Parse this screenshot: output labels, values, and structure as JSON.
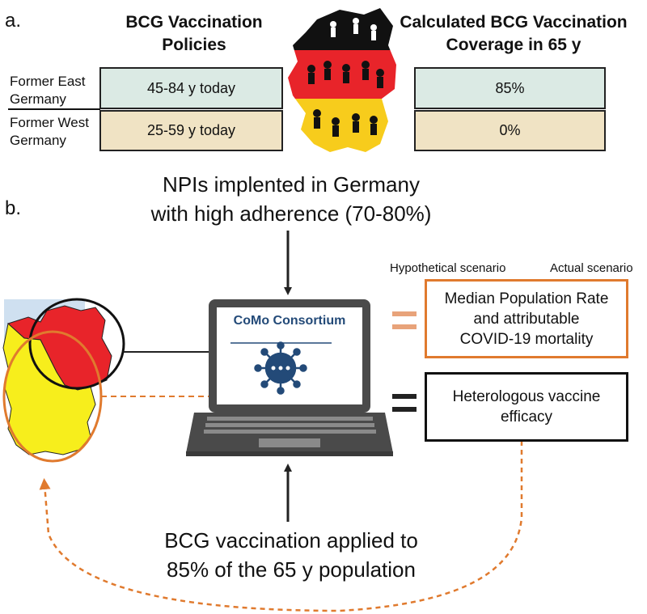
{
  "panel_a": {
    "label": "a.",
    "policies_title_line1": "BCG Vaccination",
    "policies_title_line2": "Policies",
    "coverage_title_line1": "Calculated BCG Vaccination",
    "coverage_title_line2": "Coverage in 65 y",
    "rows": [
      {
        "label_line1": "Former East",
        "label_line2": "Germany",
        "policy": "45-84 y today",
        "coverage": "85%",
        "color": "#dbeae4"
      },
      {
        "label_line1": "Former West",
        "label_line2": "Germany",
        "policy": "25-59 y today",
        "coverage": "0%",
        "color": "#f0e3c4"
      }
    ]
  },
  "panel_b": {
    "label": "b.",
    "npi_line1": "NPIs implented in Germany",
    "npi_line2": "with high adherence (70-80%)",
    "laptop_title": "CoMo Consortium",
    "hypothetical_label": "Hypothetical scenario",
    "actual_label": "Actual scenario",
    "outcome_line1": "Median Population Rate",
    "outcome_line2": "and attributable",
    "outcome_line3": "COVID-19 mortality",
    "efficacy_line1": "Heterologous vaccine",
    "efficacy_line2": "efficacy",
    "bcg_line1": "BCG vaccination applied to",
    "bcg_line2": "85% of the 65 y population",
    "colors": {
      "orange": "#e07a2e",
      "map_red": "#e8242a",
      "map_yellow": "#f7ee1c",
      "laptop": "#4a4a4a",
      "virus": "#234a78"
    }
  }
}
